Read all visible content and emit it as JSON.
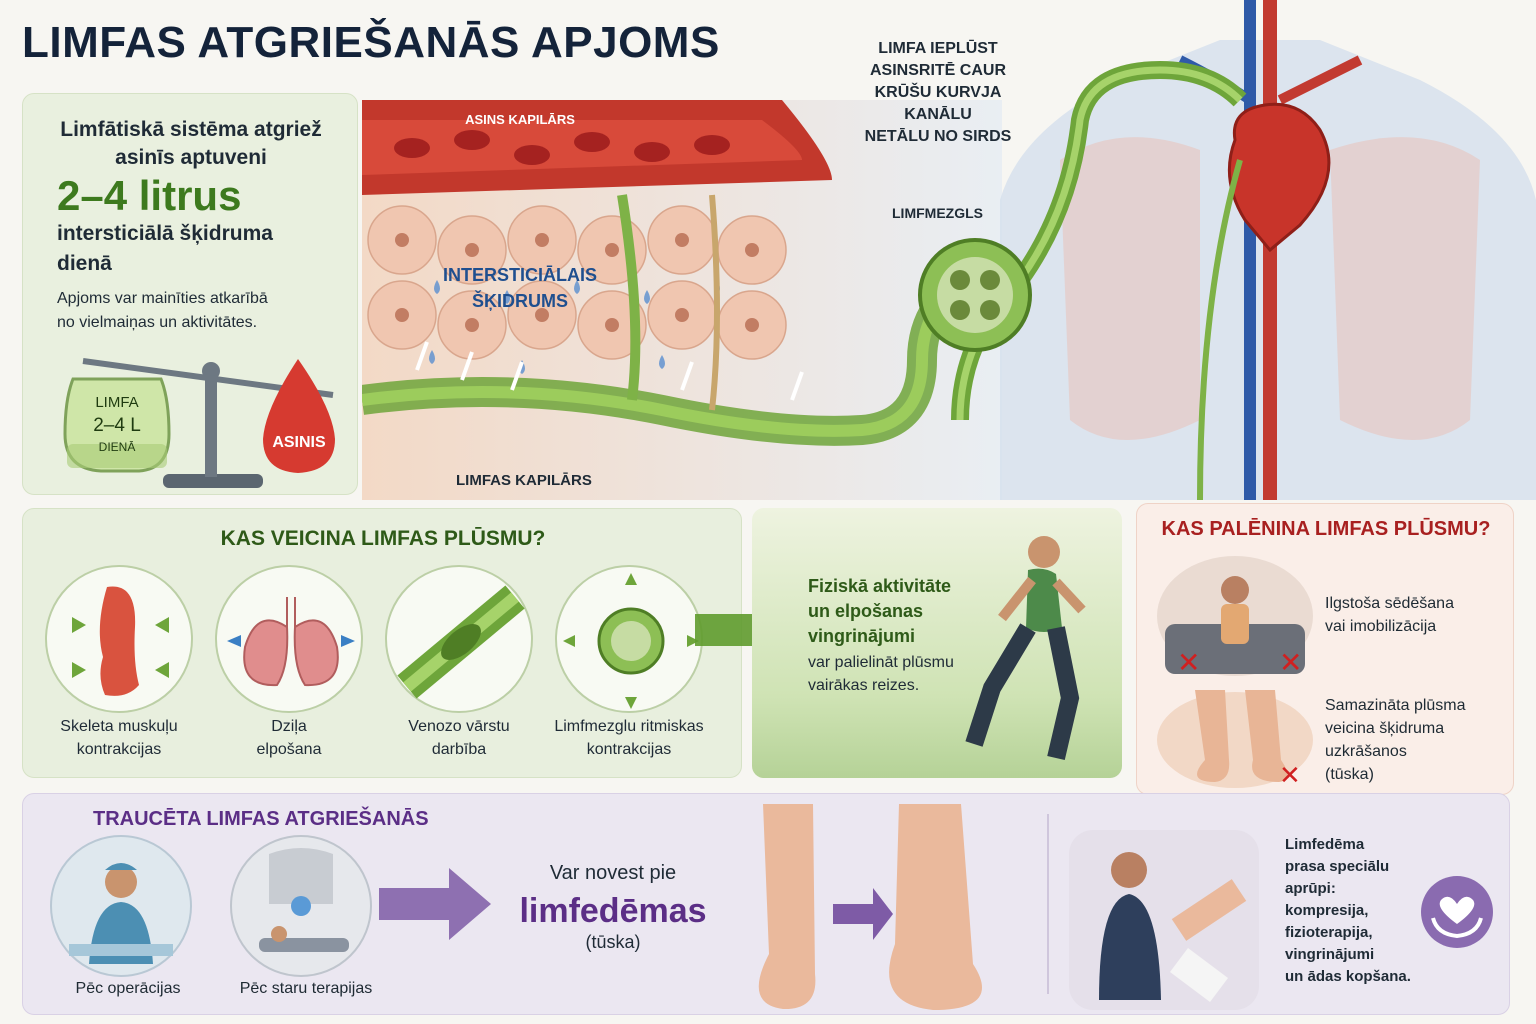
{
  "title": "LIMFAS ATGRIEŠANĀS APJOMS",
  "intro": {
    "line1": "Limfātiskā sistēma atgriež",
    "line2": "asinīs aptuveni",
    "amount": "2–4 litrus",
    "line3": "intersticiālā šķidruma",
    "line4": "dienā",
    "note1": "Apjoms var mainīties atkarībā",
    "note2": "no vielmaiņas un aktivitātes.",
    "scale_left_1": "LIMFA",
    "scale_left_2": "2–4 L",
    "scale_left_3": "DIENĀ",
    "scale_right": "ASINIS"
  },
  "diagram": {
    "blood_capillary": "ASINS KAPILĀRS",
    "interstitial_1": "INTERSTICIĀLAIS",
    "interstitial_2": "ŠĶIDRUMS",
    "lymph_capillary": "LIMFAS KAPILĀRS",
    "lymph_node": "LIMFMEZGLS",
    "lymph_enter_1": "LIMFA IEPLŪST",
    "lymph_enter_2": "ASINSRITĒ CAUR",
    "lymph_enter_3": "KRŪŠU KURVJA KANĀLU",
    "lymph_enter_4": "NETĀLU NO SIRDS"
  },
  "promotes": {
    "title": "KAS VEICINA LIMFAS PLŪSMU?",
    "items": [
      {
        "l1": "Skeleta muskuļu",
        "l2": "kontrakcijas"
      },
      {
        "l1": "Dziļa",
        "l2": "elpošana"
      },
      {
        "l1": "Venozo vārstu",
        "l2": "darbība"
      },
      {
        "l1": "Limfmezglu ritmiskas",
        "l2": "kontrakcijas"
      }
    ]
  },
  "activity": {
    "t1": "Fiziskā aktivitāte",
    "t2": "un elpošanas",
    "t3": "vingrinājumi",
    "t4": "var palielināt plūsmu",
    "t5": "vairākas reizes."
  },
  "slows": {
    "title": "KAS PALĒNINA LIMFAS PLŪSMU?",
    "a1": "Ilgstoša sēdēšana",
    "a2": "vai imobilizācija",
    "b1": "Samazināta plūsma",
    "b2": "veicina šķidruma",
    "b3": "uzkrāšanos",
    "b4": "(tūska)"
  },
  "disturbed": {
    "title": "TRAUCĒTA LIMFAS ATGRIEŠANĀS",
    "surgery": "Pēc operācijas",
    "radiation": "Pēc staru terapijas",
    "lead_to": "Var novest pie",
    "lymphedema": "limfedēmas",
    "swelling": "(tūska)",
    "care": [
      "Limfedēma",
      "prasa speciālu",
      "aprūpi:",
      "kompresija,",
      "fizioterapija,",
      "vingrinājumi",
      "un ādas kopšana."
    ]
  },
  "colors": {
    "green": "#3d7a1e",
    "purple": "#5b2e86",
    "red": "#a82020",
    "blue": "#1f4f8f"
  }
}
